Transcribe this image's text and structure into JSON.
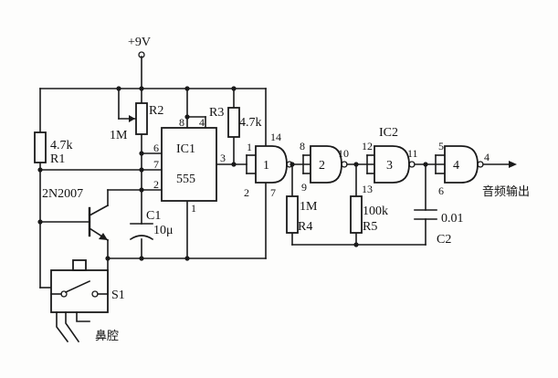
{
  "supply": "+9V",
  "components": {
    "r1": {
      "value": "4.7k",
      "ref": "R1"
    },
    "r2": {
      "value": "1M",
      "ref": "R2"
    },
    "r3": {
      "value": "4.7k",
      "ref": "R3"
    },
    "r4": {
      "value": "1M",
      "ref": "R4"
    },
    "r5": {
      "value": "100k",
      "ref": "R5"
    },
    "c1": {
      "ref": "C1",
      "value": "10μ"
    },
    "c2": {
      "value": "0.01",
      "ref": "C2"
    },
    "q1": {
      "model": "2N2007"
    },
    "s1": {
      "ref": "S1"
    },
    "ic1": {
      "ref": "IC1",
      "model": "555"
    },
    "ic2": {
      "ref": "IC2"
    }
  },
  "gates": [
    "1",
    "2",
    "3",
    "4"
  ],
  "pins": {
    "ic1_8": "8",
    "ic1_4": "4",
    "ic1_6": "6",
    "ic1_7": "7",
    "ic1_2": "2",
    "ic1_3": "3",
    "ic1_1": "1",
    "g1_1": "1",
    "g1_14": "14",
    "g1_2": "2",
    "g1_7": "7",
    "g2_8": "8",
    "g2_9": "9",
    "g2_10": "10",
    "g3_12": "12",
    "g3_13": "13",
    "g3_11": "11",
    "g4_5": "5",
    "g4_6": "6",
    "g4_4": "4"
  },
  "labels": {
    "nasal_cavity": "鼻腔",
    "audio_output": "音频输出"
  }
}
